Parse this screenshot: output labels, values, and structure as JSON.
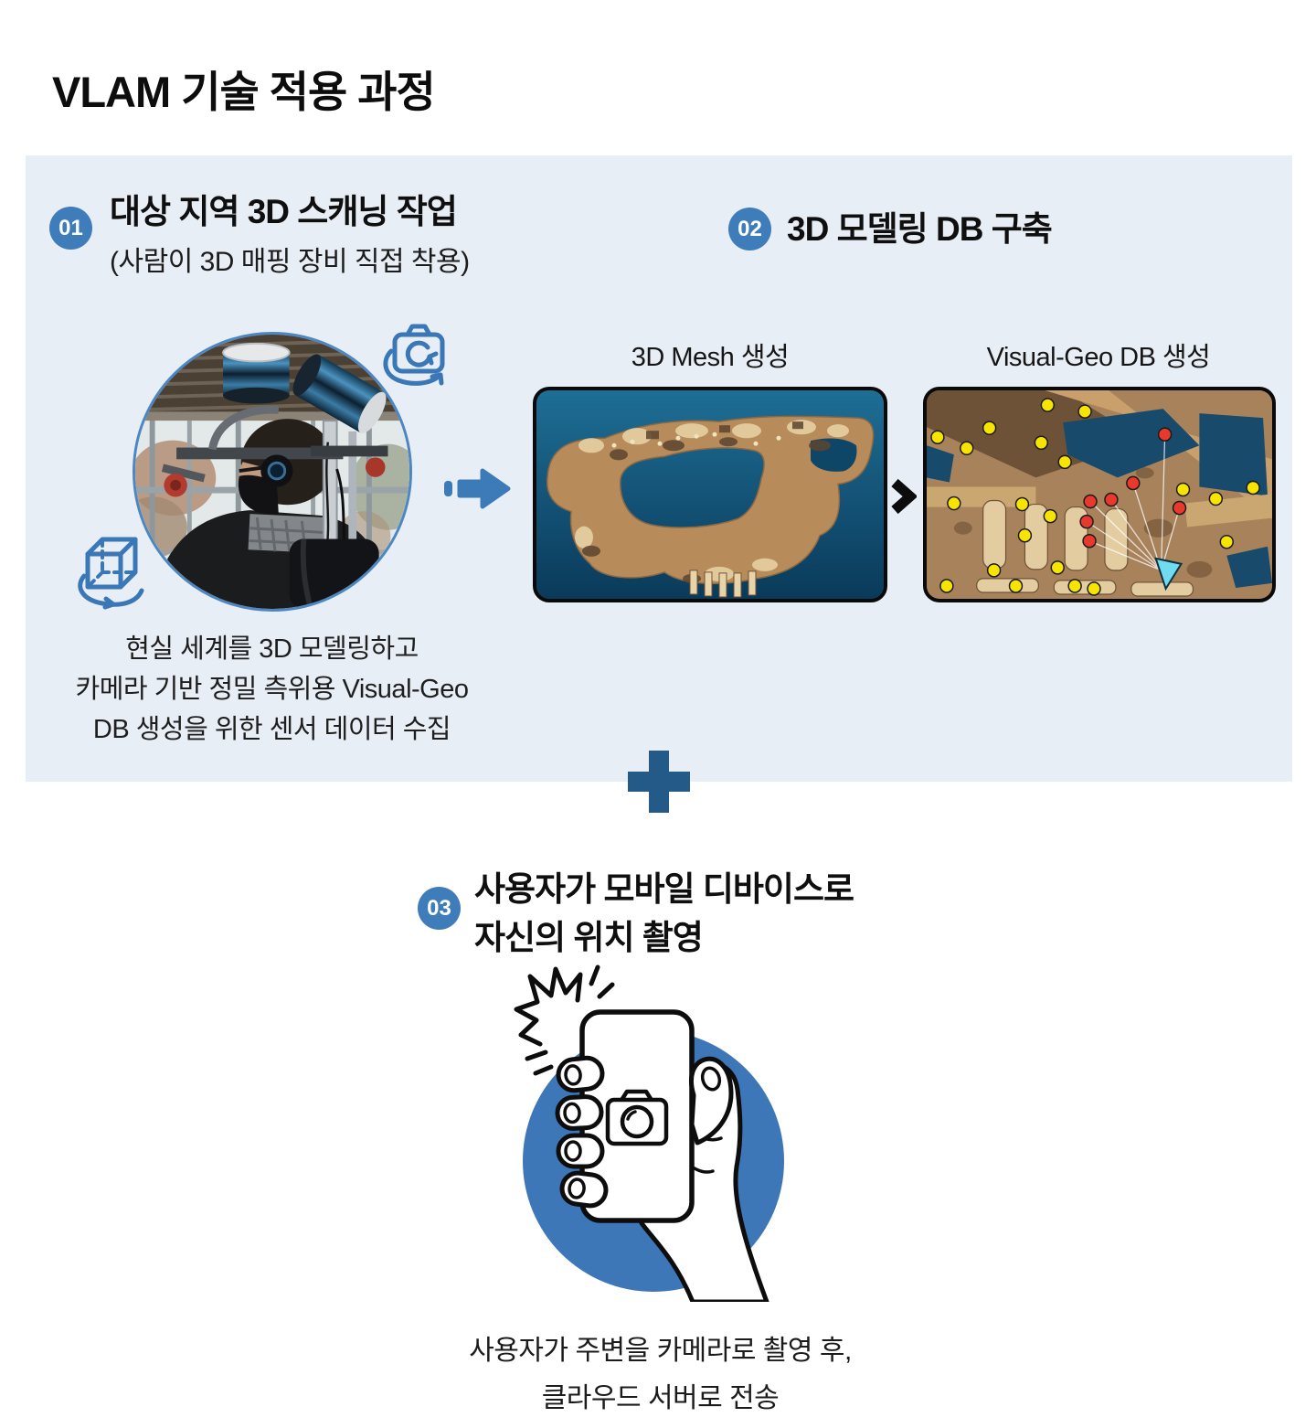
{
  "page": {
    "title": "VLAM 기술 적용 과정"
  },
  "colors": {
    "panel_bg": "#e8eef5",
    "badge_blue": "#3e7cba",
    "icon_blue": "#3a77b6",
    "arrow_blue": "#3c7ab8",
    "plus_blue": "#235a88",
    "illustration_blue": "#3d77b8",
    "text_dark": "#141414",
    "dot_yellow": "#f7e400",
    "dot_red": "#e8392c",
    "camera_marker_cyan": "#6fdcf2"
  },
  "steps": {
    "step1": {
      "number": "01",
      "title": "대상 지역 3D 스캐닝 작업",
      "subtitle": "(사람이 3D 매핑 장비 직접 착용)",
      "caption_line1": "현실 세계를 3D 모델링하고",
      "caption_line2": "카메라 기반 정밀 측위용 Visual-Geo",
      "caption_line3": "DB 생성을 위한 센서 데이터 수집"
    },
    "step2": {
      "number": "02",
      "title": "3D 모델링 DB 구축",
      "image1_label": "3D Mesh 생성",
      "image2_label": "Visual-Geo DB 생성"
    },
    "step3": {
      "number": "03",
      "title_line1": "사용자가 모바일 디바이스로",
      "title_line2": "자신의 위치 촬영",
      "caption_line1": "사용자가 주변을 카메라로 촬영 후,",
      "caption_line2": "클라우드 서버로 전송"
    }
  },
  "icons": {
    "camera_sync": "camera-sync-icon",
    "cube_rotate": "cube-rotate-icon",
    "arrow_right": "arrow-right-icon",
    "chevron_right": "chevron-right-icon",
    "plus": "plus-icon",
    "camera": "camera-icon",
    "flash": "flash-burst-icon"
  }
}
